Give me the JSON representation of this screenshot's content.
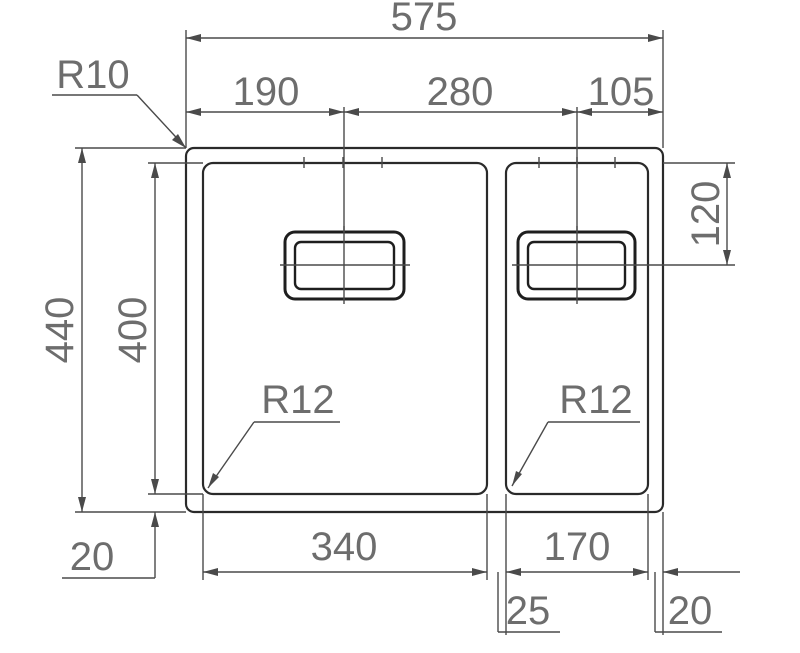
{
  "dimensions": {
    "overall_width": "575",
    "corner_radius_outer": "R10",
    "drain_left_offset": "190",
    "drain_spacing": "280",
    "drain_right_offset": "105",
    "drain_top_offset": "120",
    "overall_depth": "440",
    "bowl_depth": "400",
    "bowl_radius_left": "R12",
    "bowl_radius_right": "R12",
    "bottom_margin": "20",
    "large_bowl_width": "340",
    "small_bowl_width": "170",
    "divider_width": "25",
    "right_margin": "20"
  }
}
